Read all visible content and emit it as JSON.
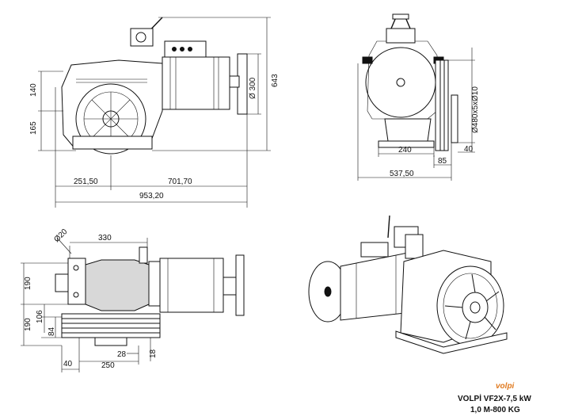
{
  "brand": "volpi",
  "title": {
    "line1": "VOLPİ VF2X-7,5 kW",
    "line2": "1,0 M-800 KG"
  },
  "front_view": {
    "dims": {
      "h140": "140",
      "h165": "165",
      "w251": "251,50",
      "w701": "701,70",
      "w953": "953,20",
      "d300": "Ø 300",
      "h643": "643"
    }
  },
  "side_view": {
    "dims": {
      "w240": "240",
      "w85": "85",
      "w40": "40",
      "w537": "537,50",
      "d480": "Ø480x5xØ10"
    }
  },
  "top_view": {
    "dims": {
      "d20": "Ø20",
      "w330": "330",
      "h190a": "190",
      "h190b": "190",
      "h106": "106",
      "h84": "84",
      "w40": "40",
      "w250": "250",
      "w28": "28",
      "h18": "18"
    }
  }
}
